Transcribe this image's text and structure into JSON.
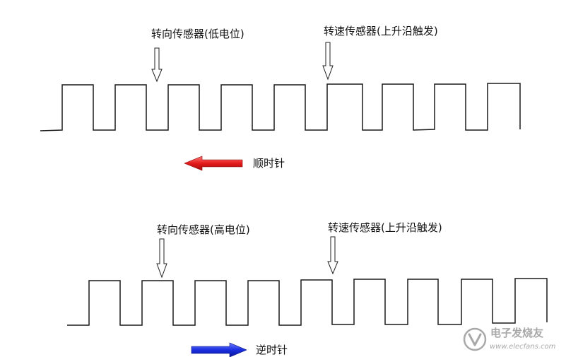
{
  "diagrams": [
    {
      "direction_label": "顺时针",
      "marker_label": "转向传感器(低电位)",
      "speed_label": "转速传感器(上升沿触发)",
      "arrow_color": "#e02020",
      "arrow_direction": "left"
    },
    {
      "direction_label": "逆时针",
      "marker_label": "转向传感器(高电位)",
      "speed_label": "转速传感器(上升沿触发)",
      "arrow_color": "#1a2ee0",
      "arrow_direction": "right"
    }
  ],
  "watermark": {
    "title": "电子发烧友",
    "url": "www.elecfans.com",
    "icon": "elecfans-logo-icon"
  }
}
